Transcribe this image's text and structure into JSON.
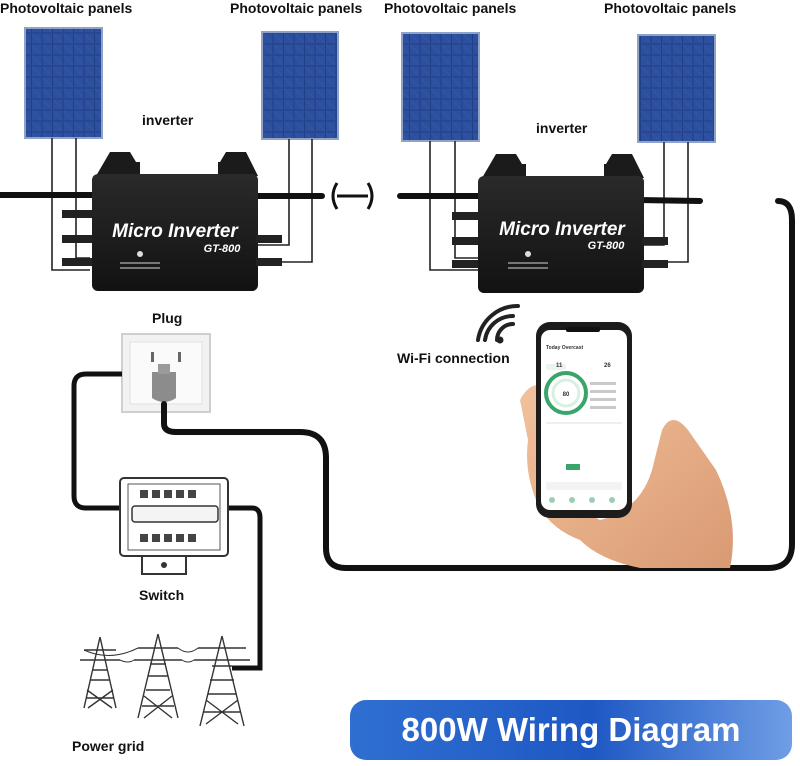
{
  "labels": {
    "pv_panels_1": "Photovoltaic panels",
    "pv_panels_2": "Photovoltaic panels",
    "pv_panels_3": "Photovoltaic panels",
    "pv_panels_4": "Photovoltaic panels",
    "inverter_left": "inverter",
    "inverter_right": "inverter",
    "plug": "Plug",
    "wifi": "Wi-Fi connection",
    "switch": "Switch",
    "power_grid": "Power grid"
  },
  "inverter_left": {
    "brand": "Micro Inverter",
    "model": "GT-800"
  },
  "inverter_right": {
    "brand": "Micro Inverter",
    "model": "GT-800"
  },
  "phone": {
    "header": "Today Overcast",
    "reading_1": "11",
    "reading_2": "26",
    "gauge_value": "80"
  },
  "banner": {
    "title": "800W Wiring Diagram"
  },
  "colors": {
    "panel": "#1f3f8a",
    "inverter": "#1b1b1b",
    "cable": "#111111",
    "banner": "#2a66cc",
    "app_accent": "#3aa56b",
    "green_cable": "#3aa56b"
  }
}
